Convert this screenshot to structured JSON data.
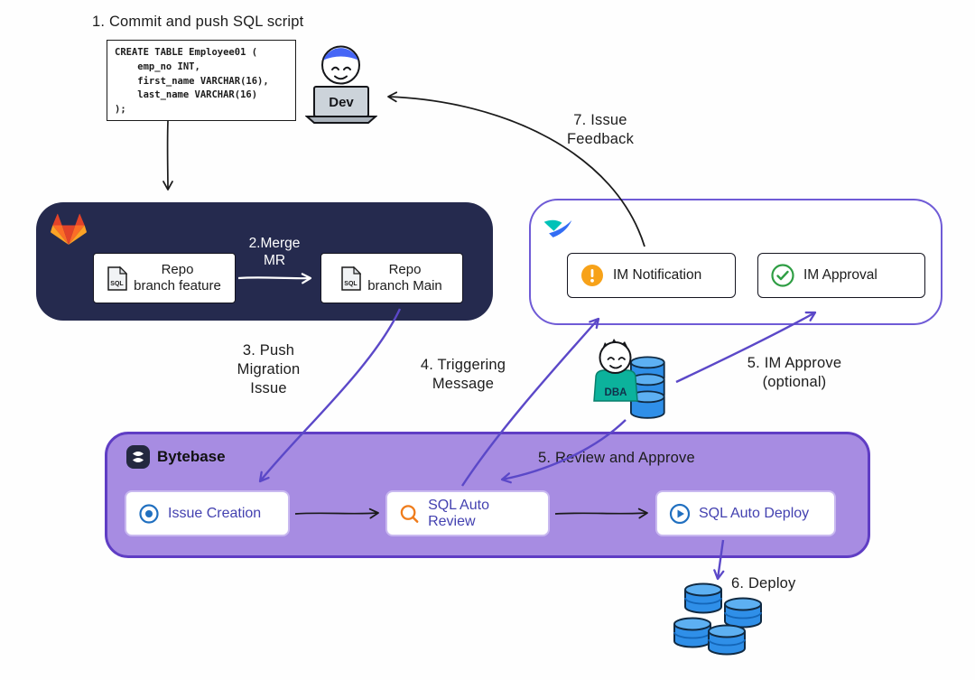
{
  "steps": {
    "s1": "1. Commit and push SQL script",
    "s2": "2.Merge\nMR",
    "s3": "3. Push\nMigration\nIssue",
    "s4": "4. Triggering\nMessage",
    "s5_im": "5. IM Approve\n(optional)",
    "s5_review": "5. Review and Approve",
    "s6": "6. Deploy",
    "s7": "7. Issue\nFeedback"
  },
  "code": {
    "text": "CREATE TABLE Employee01 (\n    emp_no INT,\n    first_name VARCHAR(16),\n    last_name VARCHAR(16)\n);"
  },
  "actors": {
    "dev": "Dev",
    "dba": "DBA"
  },
  "gitlab": {
    "feature_branch": "Repo\nbranch feature",
    "main_branch": "Repo\nbranch Main",
    "file_icon": "SQL"
  },
  "im": {
    "notification": "IM Notification",
    "approval": "IM Approval"
  },
  "bytebase": {
    "title": "Bytebase",
    "nodes": {
      "issue_creation": "Issue Creation",
      "sql_auto_review": "SQL Auto Review",
      "sql_auto_deploy": "SQL Auto Deploy"
    }
  },
  "icons": [
    "gitlab-tanuki-logo",
    "lark-logo",
    "bytebase-logo",
    "sql-file-icon",
    "notification-icon",
    "approval-check-icon",
    "issue-creation-icon",
    "magnifier-icon",
    "play-deploy-icon",
    "database-cylinder-icon",
    "dev-avatar",
    "dba-avatar"
  ],
  "colors": {
    "gitlab_box": "#252a4e",
    "bytebase_box_fill": "#a78ce2",
    "bytebase_box_border": "#5f3dc4",
    "im_box_border": "#6f5bd6",
    "arrow_purple": "#5b48c8",
    "arrow_black": "#1b1b1b",
    "node_text_purple": "#4341b0",
    "notification_orange": "#f7a219",
    "approval_green": "#2f9e44",
    "database_blue": "#2f8fe8",
    "dba_shirt_teal": "#0cb29c",
    "dev_hair_blue": "#4666f6"
  }
}
